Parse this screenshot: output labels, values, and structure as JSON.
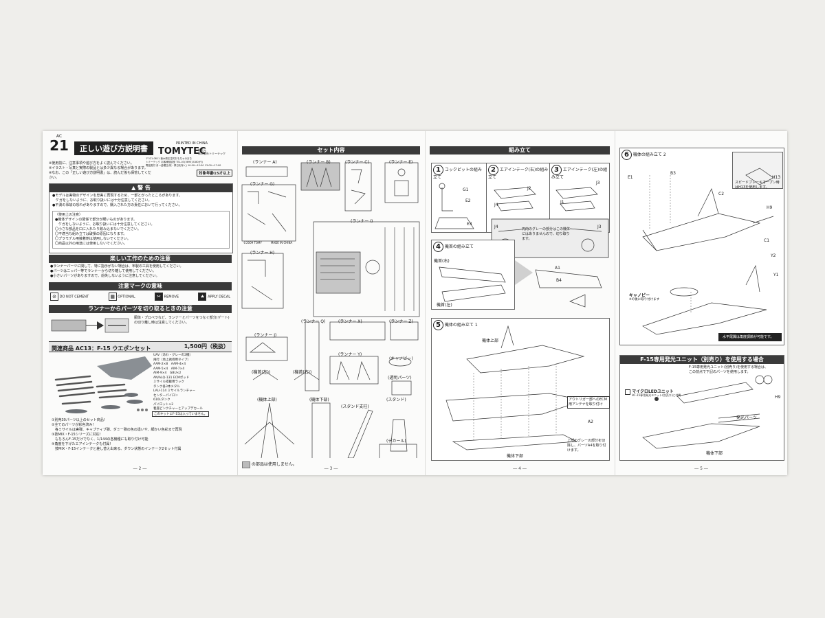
{
  "p2": {
    "series_code": "AC",
    "series_num": "21",
    "title": "正しい遊び方説明書",
    "brand": "TOMYTEC",
    "printed": "PRINTED IN CHINA",
    "maker_label": "販売元",
    "maker_name": "株式会社トミーテック",
    "address1": "〒321-0811 栃木県壬生町おもちゃのまち",
    "address2": "トミーテック お客様相談室 TEL.03(3695)3180(代)",
    "address3": "電話受付 月〜金曜日(祝・祭日を除く) 10:00〜12:00 13:00〜17:00",
    "age": "対象年齢15才以上",
    "intro": [
      "※使用前に、注意事項や遊び方をよく読んでください。",
      "※イラスト・写真と実際の製品とは多少異なる場合があります。",
      "※なお、この「正しい遊び方説明書」は、読んだ後も保管してください。"
    ],
    "warning_title": "警 告",
    "warning_lines": [
      "●モデルは実物のデザインを忠実に再現するため、一部とがったところがあります。",
      "　ケガをしないように、お取り扱いには十分注意してください。",
      "●不測の事故の恐れがありますので、購入された方の責任において行ってください。"
    ],
    "caution_lines": [
      "〈使用上の注意〉",
      "●機体デザインの関係で部分が細いものがあります。",
      "　ケガをしないように、お取り扱いには十分注意してください。",
      "〇小さな部品を口に入れたり飲み込まないでください。",
      "〇不適当な組み立ては破損の原因になります。",
      "〇プラモデル用接着剤は使用しないでください。",
      "〇商品以外の用途には使用しないでください。"
    ],
    "build_title": "楽しい工作のための注意",
    "build_lines": [
      "●ランナーパーツに関して、特に指示がない場合は、布製の工具を使用してください。",
      "●パーツはニッパー等でランナーから切り離して使用してください。",
      "●小さいパーツがありますので、紛失しないように注意してください。"
    ],
    "marks_title": "注意マークの意味",
    "marks": [
      {
        "icon": "no-cement-icon",
        "label": "DO NOT CEMENT"
      },
      {
        "icon": "optional-icon",
        "label": "OPTIONAL"
      },
      {
        "icon": "remove-icon",
        "label": "REMOVE"
      },
      {
        "icon": "star-icon",
        "label": "APPLY DECAL"
      }
    ],
    "cut_title": "ランナーからパーツを切り取るときの注意",
    "cut_text": "胴体・プロペラなど、ランナーとパーツをつなぐ部分(ゲート)の切り離し時は注意してください。",
    "related_title": "関連商品 AC13：F-15 ウエポンセット",
    "related_price": "1,500円（税抜）",
    "weapons": [
      "UAV（あわ・グレーの2機）",
      "飛行（地上誘導用タイプ）",
      "AAM-2×8　AAM-4×4",
      "AAM-5×4　AIM-7×4",
      "AIM-9×4　GBU×2",
      "AN/ALQ-131 ECMポッド",
      "ミサイル搭載用ラック",
      "タンク各3本メタル",
      "LAU-114 ミサイルランチャー",
      "センターパイロン",
      "610Lタンク",
      "パイロット×2",
      "着座ピンクチャーとアップデカール"
    ],
    "weapons_note": "このキットにF-15は入っていません。",
    "notes": [
      "①別売30パーツ以上のセット商品!",
      "②全てのパーツが彩色済み!",
      "　各ミサイルは実弾、キャプティブ弾、ダミー弾の色の違いや、細かい色彩まで再現",
      "③技MIX・F-15シリーズに対応!",
      "　もちろんF-15だけでなく、1/144の各機種にも取り付け可能",
      "④角度を下げたエアインテークも付属!",
      "　技MIX・F-15インテークと差し替え出来る、ダウン状態のインテーク2セット付属"
    ],
    "page": "2"
  },
  "p3": {
    "header": "セット内容",
    "runners": [
      "(ランナー A)",
      "(ランナー B)",
      "(ランナー C)",
      "(ランナー E)",
      "(ランナー G)",
      "(ランナー H)",
      "(ランナー I)",
      "(ランナー J)",
      "(ランナー Q)",
      "(ランナー X)",
      "(ランナー Z)",
      "(ランナー Y)"
    ],
    "gear_left": "(機首(左))",
    "gear_right": "(機首(右))",
    "body_upper": "(機体上部)",
    "body_lower": "(機体下部)",
    "stand_support": "(スタンド支柱)",
    "stand": "(スタンド)",
    "canopy": "(キャノピー)",
    "clear_parts": "(透明パーツ)",
    "decal": "(デカール)",
    "copyright": "©2009 TOMY",
    "made_in": "MADE IN CHINA",
    "unused": "の部品は使用しません。",
    "page": "3"
  },
  "p4": {
    "header": "組み立て",
    "step1_num": "1",
    "step1": "コックピットの組み立て",
    "step2_num": "2",
    "step2": "エアインテーク(右)の組み立て",
    "step3_num": "3",
    "step3": "エアインテーク(左)の組み立て",
    "step4_num": "4",
    "step4": "機首の組み立て",
    "step5_num": "5",
    "step5": "機体の組み立て 1",
    "gray_note": "円内のグレーの部分はこの機体にはありませんので、切り取ります。",
    "nose_right": "機首(右)",
    "nose_left": "機首(左)",
    "body_upper": "機体上部",
    "body_lower": "機体下部",
    "rigger_note": "アウトリガー部へのECM用アンテナを取り付け",
    "upper_note": "上部のグレーの部分を切除し、パーツA4を取り付けます。",
    "parts": [
      "G1",
      "E2",
      "E3",
      "J2",
      "J4",
      "J3",
      "J1",
      "A1",
      "B4",
      "A2",
      "J4",
      "J3"
    ],
    "page": "4"
  },
  "p5": {
    "step6_num": "6",
    "step6": "機体の組み立て 2",
    "brake_note": "スピードブレーキオープン時はH13を使用します。",
    "canopy_label": "キャノピー",
    "canopy_note": "※の後に取り付けます",
    "tail_note": "水平尾翼は角度調節が可能です。",
    "unit_title": "F-15専用発光ユニット（別売り）を使用する場合",
    "unit_text1": "F-15専用発光ユニット(別売り)を使用する場合は、",
    "unit_text2": "この前点で下記のパーツを使用します。",
    "led_title": "マイクロLEDユニット",
    "led_sub": "※F-15専用発光ユニット(別売り)に付属",
    "glow_parts": "発光パーツ",
    "body_lower": "機体下部",
    "parts": [
      "E1",
      "B3",
      "C2",
      "H13",
      "H9",
      "C1",
      "Y2",
      "Y1",
      "H9"
    ],
    "page": "5"
  }
}
